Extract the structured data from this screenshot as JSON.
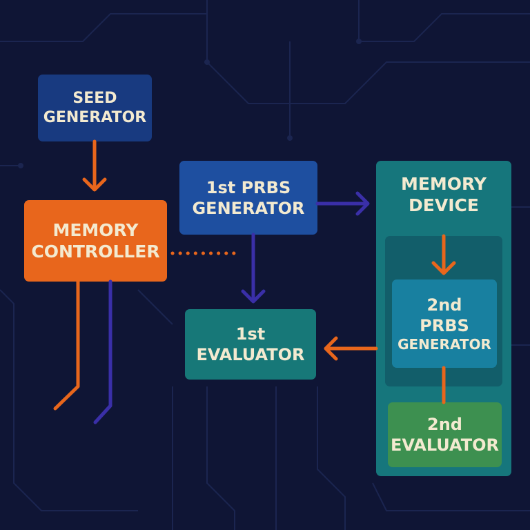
{
  "diagram": {
    "nodes": {
      "seed_generator": {
        "lines": [
          "SEED",
          "GENERATOR"
        ],
        "color": "#183a80"
      },
      "memory_controller": {
        "lines": [
          "MEMORY",
          "CONTROLLER"
        ],
        "color": "#e8661c"
      },
      "prbs1": {
        "lines": [
          "1st PRBS",
          "GENERATOR"
        ],
        "color": "#1e4fa0"
      },
      "evaluator1": {
        "lines": [
          "1st",
          "EVALUATOR"
        ],
        "color": "#177878"
      },
      "memory_device": {
        "lines": [
          "MEMORY",
          "DEVICE"
        ],
        "color": "#16767c"
      },
      "prbs2": {
        "lines": [
          "2nd",
          "PRBS",
          "GENERATOR"
        ],
        "color": "#1880a0"
      },
      "evaluator2": {
        "lines": [
          "2nd",
          "EVALUATOR"
        ],
        "color": "#3d9050"
      }
    },
    "edges": [
      {
        "from": "seed_generator",
        "to": "memory_controller",
        "style": "solid",
        "color": "#e8661c"
      },
      {
        "from": "memory_controller",
        "to": "prbs1",
        "style": "dotted",
        "color": "#e8661c"
      },
      {
        "from": "prbs1",
        "to": "memory_device",
        "style": "solid",
        "color": "#3a2fa8"
      },
      {
        "from": "prbs1",
        "to": "evaluator1",
        "style": "solid",
        "color": "#3a2fa8"
      },
      {
        "from": "memory_device",
        "to": "evaluator1",
        "style": "solid",
        "color": "#e8661c"
      },
      {
        "from": "memory_device",
        "to": "prbs2",
        "style": "solid",
        "color": "#e8661c"
      },
      {
        "from": "prbs2",
        "to": "evaluator2",
        "style": "solid",
        "color": "#e8661c"
      }
    ],
    "colors": {
      "background": "#0f1535",
      "text": "#f3ead0",
      "inner_panel": "#125e6a"
    }
  }
}
